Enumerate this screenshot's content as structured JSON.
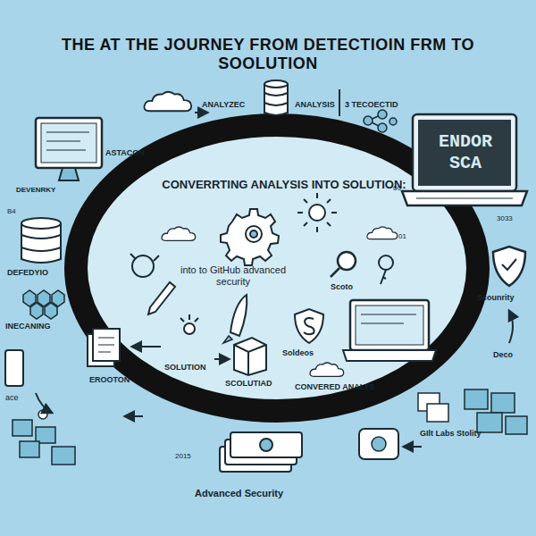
{
  "diagram": {
    "title": "THE AT THE JOURNEY FROM DETECTIOIN FRM TO SOOLUTION",
    "nodes": [
      {
        "text": [
          "ENDOR SCA"
        ]
      }
    ],
    "labels": [
      "ASTACON",
      "ANALYZEC",
      "ANALYSIS",
      "3 TECOECTID",
      "CONVERRTING ANALYSIS INTO SOLUTION:",
      "DEVENRKY",
      "B4",
      "DEFEDYIO",
      "INECANING",
      "ace",
      "into to GitHub advanced security",
      "Scoto",
      "Scounrity",
      "Soldeos",
      "Deco",
      "EROOTON",
      "SOLUTION",
      "SCOLUTIAD",
      "CONVERED ANALYS",
      "2015",
      "Advanced Security",
      "GIlt Labs Stolity",
      "60",
      "3033",
      "01"
    ]
  }
}
